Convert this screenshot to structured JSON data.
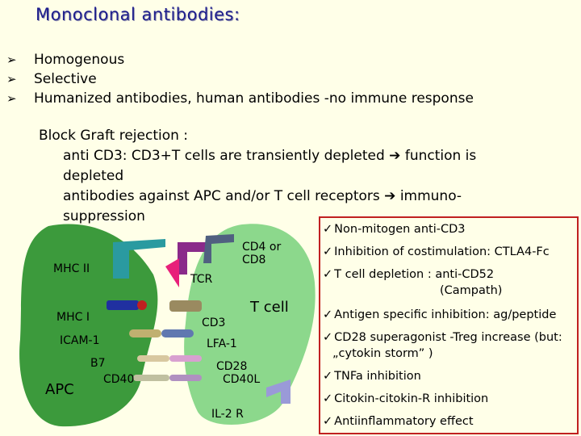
{
  "title": "Monoclonal antibodies:",
  "bullets": [
    "Homogenous",
    "Selective",
    "Humanized antibodies, human antibodies -no immune response"
  ],
  "paragraph": {
    "line1": "Block Graft rejection :",
    "line2": "anti CD3: CD3+T cells are transiently depleted",
    "line2b": "function is",
    "line3": "depleted",
    "line4": "antibodies against APC and/or T cell receptors",
    "line4b": "immuno-",
    "line5": "suppression"
  },
  "diagram_labels": {
    "mhc2": "MHC II",
    "mhc1": "MHC I",
    "icam1": "ICAM-1",
    "b7": "B7",
    "cd40": "CD40",
    "apc": "APC",
    "tcr": "TCR",
    "cd4_cd8_l1": "CD4 or",
    "cd4_cd8_l2": "CD8",
    "tcell": "T cell",
    "cd3": "CD3",
    "lfa1": "LFA-1",
    "cd28": "CD28",
    "cd40l": "CD40L",
    "il2r": "IL-2 R"
  },
  "panel_items": [
    "Non-mitogen anti-CD3",
    "Inhibition of costimulation: CTLA4-Fc",
    "T cell depletion : anti-CD52",
    "(Campath)",
    "Antigen specific inhibition: ag/peptide",
    "CD28 superagonist -Treg increase (but:",
    "„cytokin storm” )",
    "TNFa inhibition",
    "Citokin-citokin-R inhibition",
    "Antiinflammatory effect"
  ],
  "colors": {
    "apc_cell": "#3c9a3c",
    "tcell": "#8cd88c",
    "title": "#1e1e8c",
    "panel_border": "#c02020"
  }
}
